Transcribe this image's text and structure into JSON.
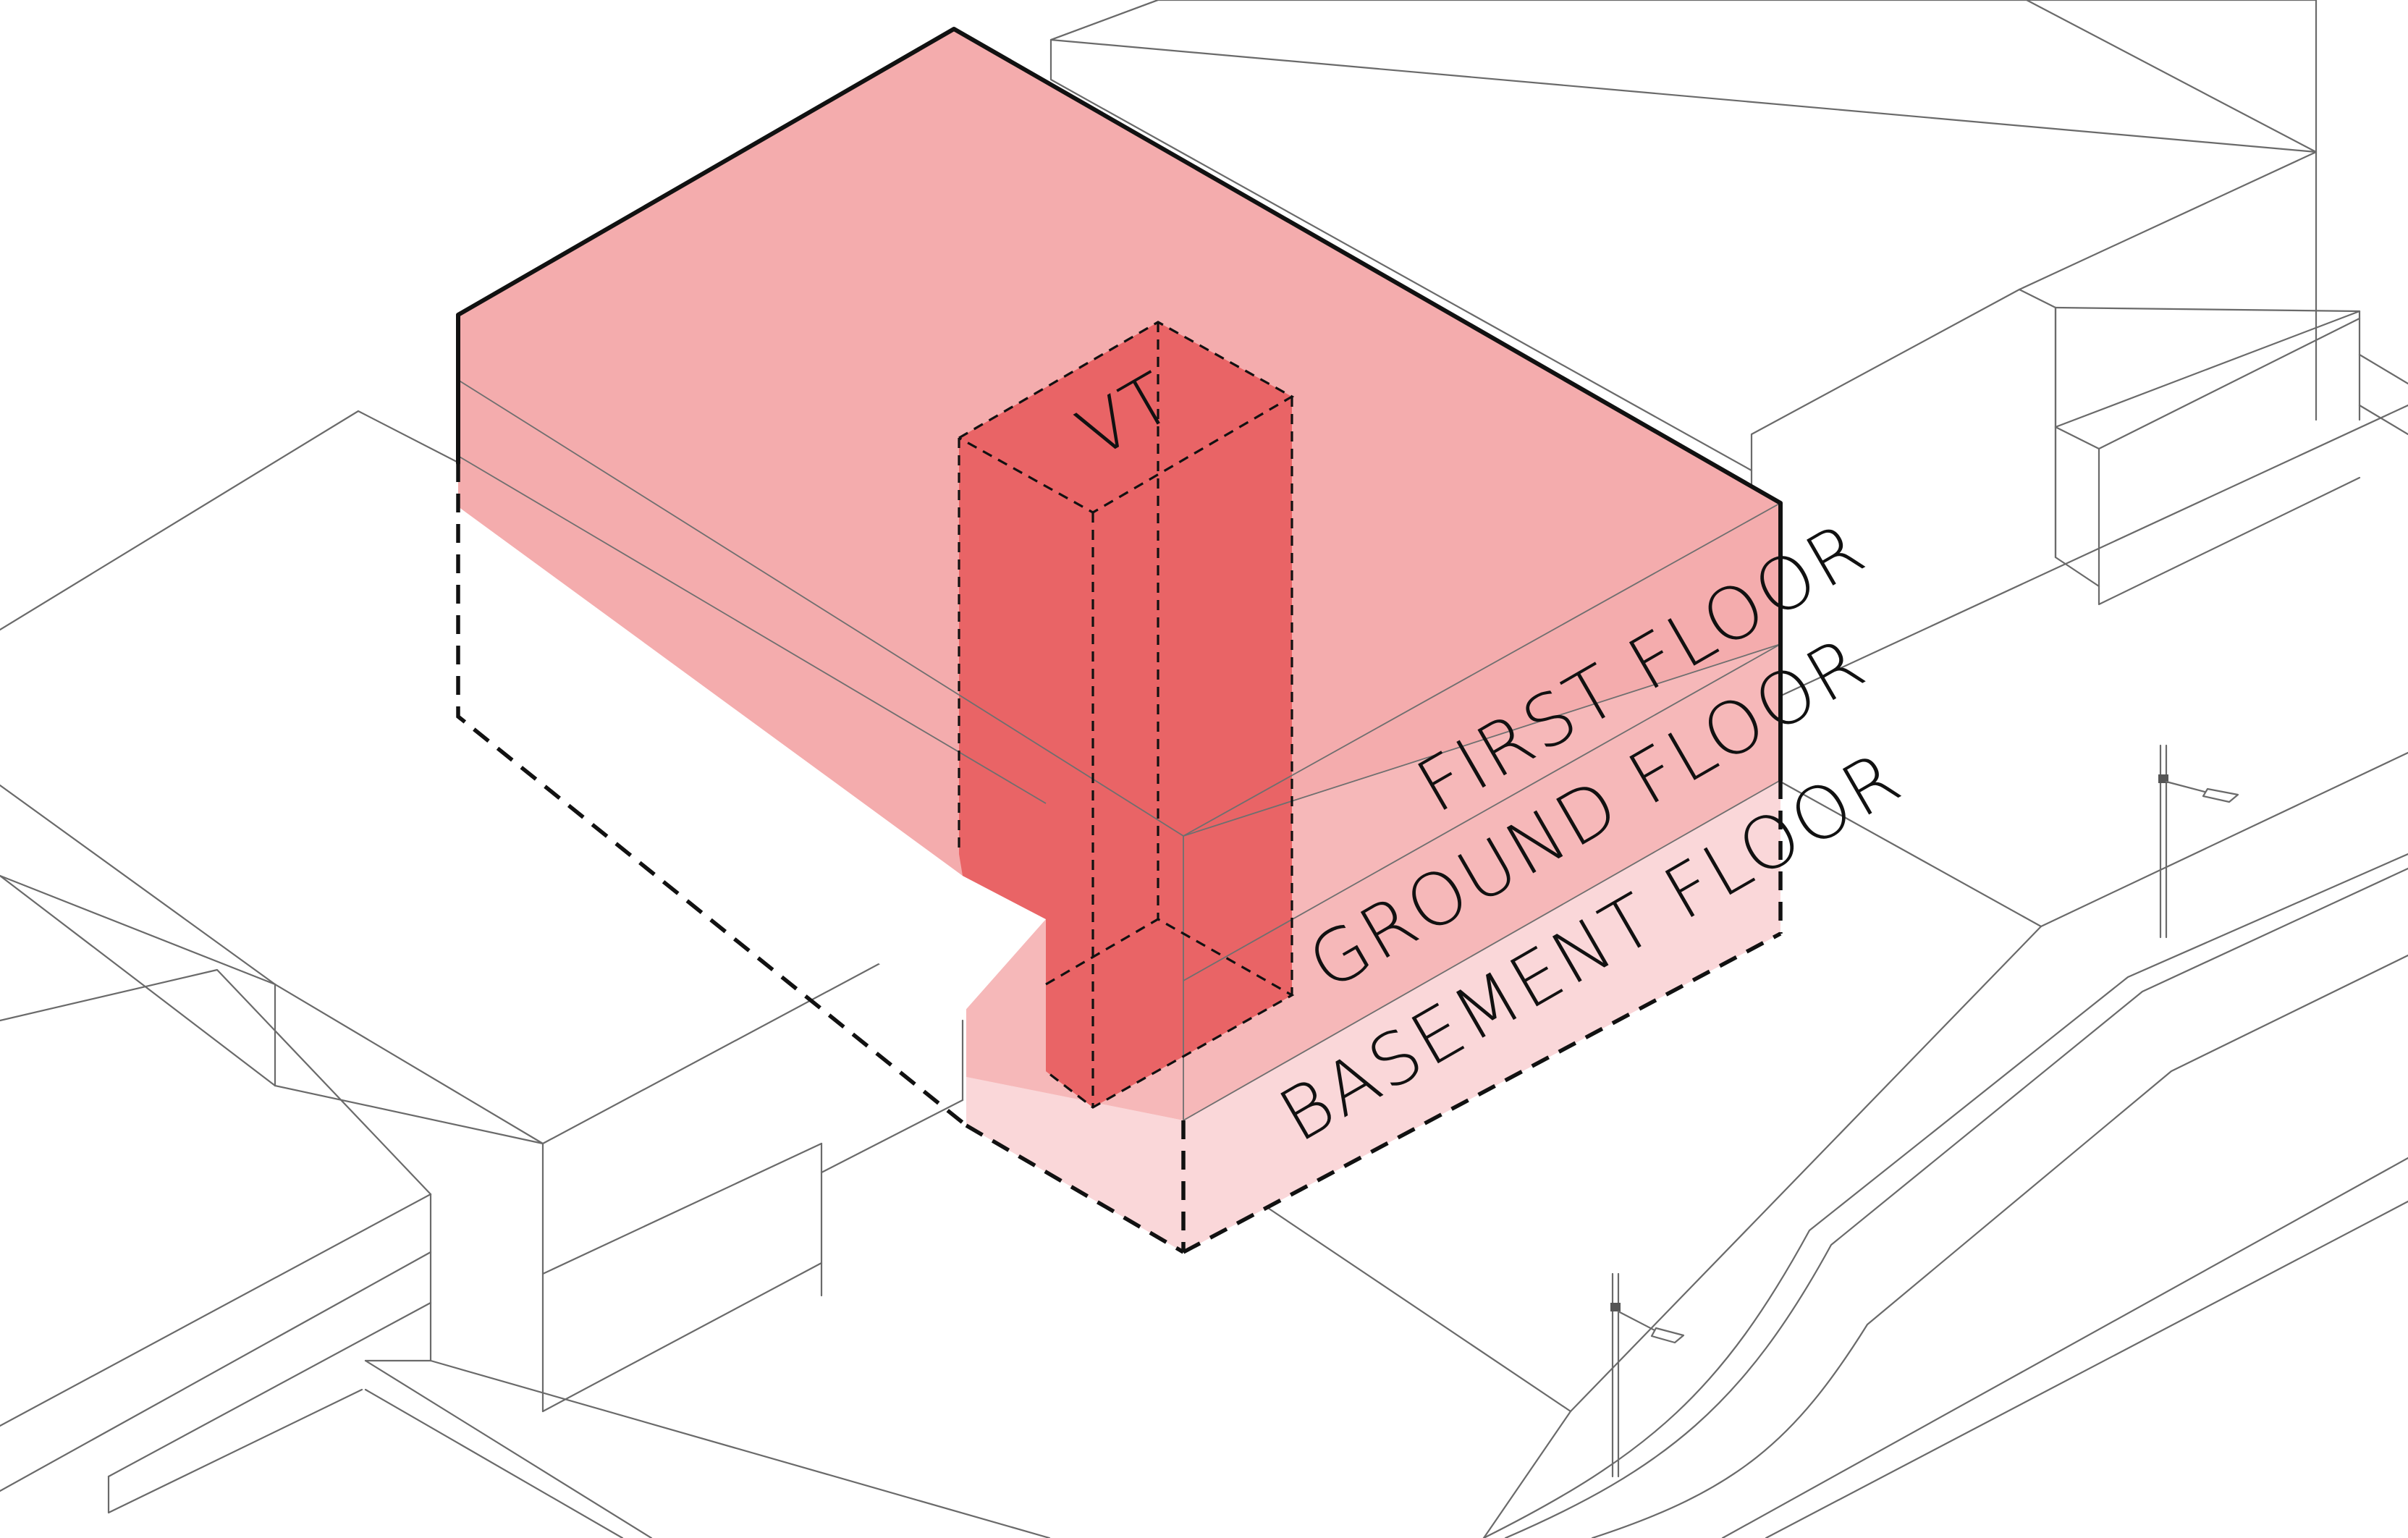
{
  "labels": {
    "vt": "VT",
    "first_floor": "FIRST FLOOR",
    "ground_floor": "GROUND FLOOR",
    "basement_floor": "BASEMENT FLOOR"
  },
  "colors": {
    "first_floor": "#f4acad",
    "ground_floor": "#f6b8b9",
    "basement_floor": "#fad7d9",
    "vertical_core": "#e96466",
    "outline": "#111111",
    "context_lines": "#6a6a6a"
  }
}
